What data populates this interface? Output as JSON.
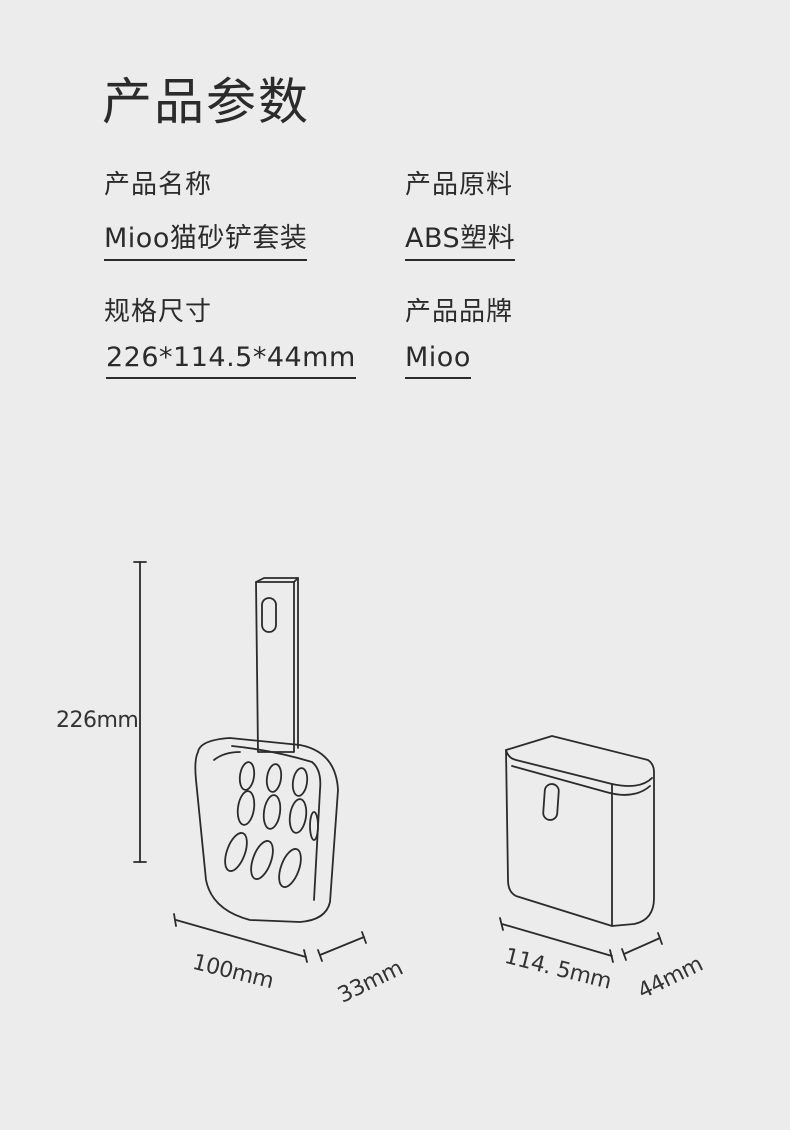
{
  "page_title": "产品参数",
  "specs": {
    "name_label": "产品名称",
    "name_value": "Mioo猫砂铲套装",
    "material_label": "产品原料",
    "material_value": "ABS塑料",
    "size_label": "规格尺寸",
    "size_value": "226*114.5*44mm",
    "brand_label": "产品品牌",
    "brand_value": "Mioo"
  },
  "dimensions": {
    "height": "226mm",
    "scoop_width": "100mm",
    "scoop_depth": "33mm",
    "holder_width": "114. 5mm",
    "holder_depth": "44mm"
  },
  "colors": {
    "background": "#ececec",
    "line": "#2b2b2b"
  }
}
